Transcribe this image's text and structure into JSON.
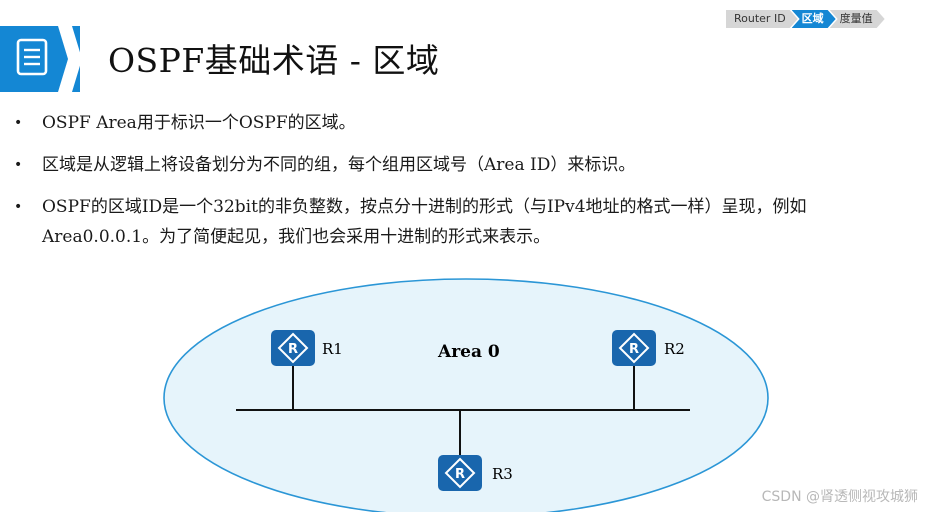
{
  "header": {
    "title": "OSPF基础术语 - 区域",
    "icon": "document-list-icon"
  },
  "breadcrumb": [
    {
      "label": "Router ID",
      "active": false
    },
    {
      "label": "区域",
      "active": true
    },
    {
      "label": "度量值",
      "active": false
    }
  ],
  "bullets": [
    {
      "text": "OSPF Area用于标识一个OSPF的区域。"
    },
    {
      "text": "区域是从逻辑上将设备划分为不同的组，每个组用区域号（Area ID）来标识。"
    },
    {
      "text": "OSPF的区域ID是一个32bit的非负整数，按点分十进制的形式（与IPv4地址的格式一样）呈现，例如Area0.0.0.1。为了简便起见，我们也会采用十进制的形式来表示。"
    }
  ],
  "diagram": {
    "area_label": "Area 0",
    "routers": [
      {
        "label": "R1"
      },
      {
        "label": "R2"
      },
      {
        "label": "R3"
      }
    ],
    "colors": {
      "ellipse_fill": "#e6f4fb",
      "ellipse_stroke": "#2b96d6",
      "router_fill": "#1966ad",
      "accent": "#1487d4"
    }
  },
  "watermark": "CSDN @肾透侧视攻城狮"
}
